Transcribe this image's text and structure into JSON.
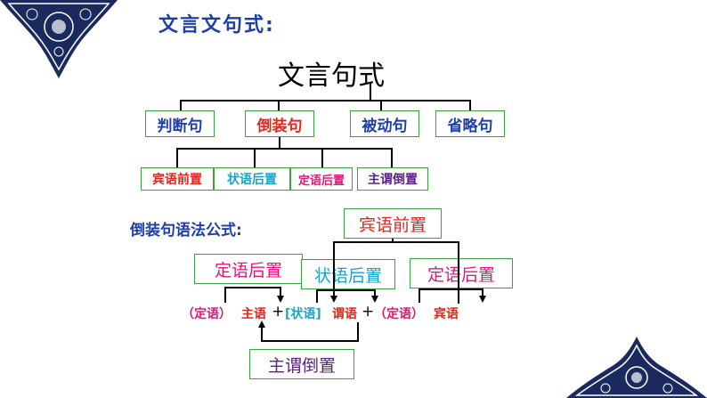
{
  "heading1": "文言文句式:",
  "root": "文言句式",
  "level1": [
    {
      "label": "判断句",
      "color": "#1f3fa8"
    },
    {
      "label": "倒装句",
      "color": "#e0271c"
    },
    {
      "label": "被动句",
      "color": "#1f3fa8"
    },
    {
      "label": "省略句",
      "color": "#1f3fa8"
    }
  ],
  "level2": [
    {
      "label": "宾语前置",
      "color": "#e0271c"
    },
    {
      "label": "状语后置",
      "color": "#1aa3c9"
    },
    {
      "label": "定语后置",
      "color": "#e0177a"
    },
    {
      "label": "主谓倒置",
      "color": "#5a1f86"
    }
  ],
  "heading2": "倒装句语法公式:",
  "formula_boxes": {
    "binyu_qianzhi": "宾语前置",
    "dingyu_houzhi_left": "定语后置",
    "zhuangyu_houzhi": "状语后置",
    "dingyu_houzhi_right": "定语后置",
    "zhuwei_daozhi": "主谓倒置"
  },
  "formula": {
    "ding1": "（定语）",
    "zhuyu": "主语",
    "plus1": "+",
    "zhuang": "[状语]",
    "weiyu": "谓语",
    "plus2": "+",
    "ding2": "（定语）",
    "binyu": "宾语"
  },
  "colors": {
    "heading": "#1f3fa8",
    "box_border": "#3aa33a",
    "red": "#e0271c",
    "magenta": "#e0177a",
    "cyan": "#1aa3c9",
    "purple": "#5a1f86"
  }
}
